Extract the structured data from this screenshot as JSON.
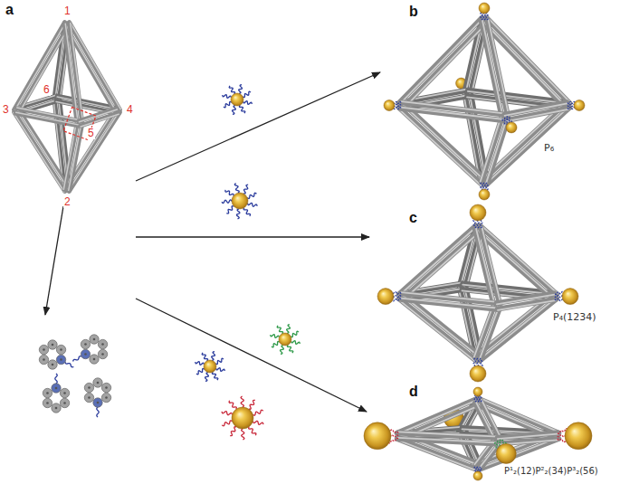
{
  "diagram": {
    "labels": [
      "a",
      "1",
      "6",
      "5",
      "3",
      "4",
      "2",
      "b",
      "P₆",
      "c",
      "P₄(1234)",
      "d",
      "P¹₂(12)P²₂(34)P³₂(56)"
    ]
  }
}
